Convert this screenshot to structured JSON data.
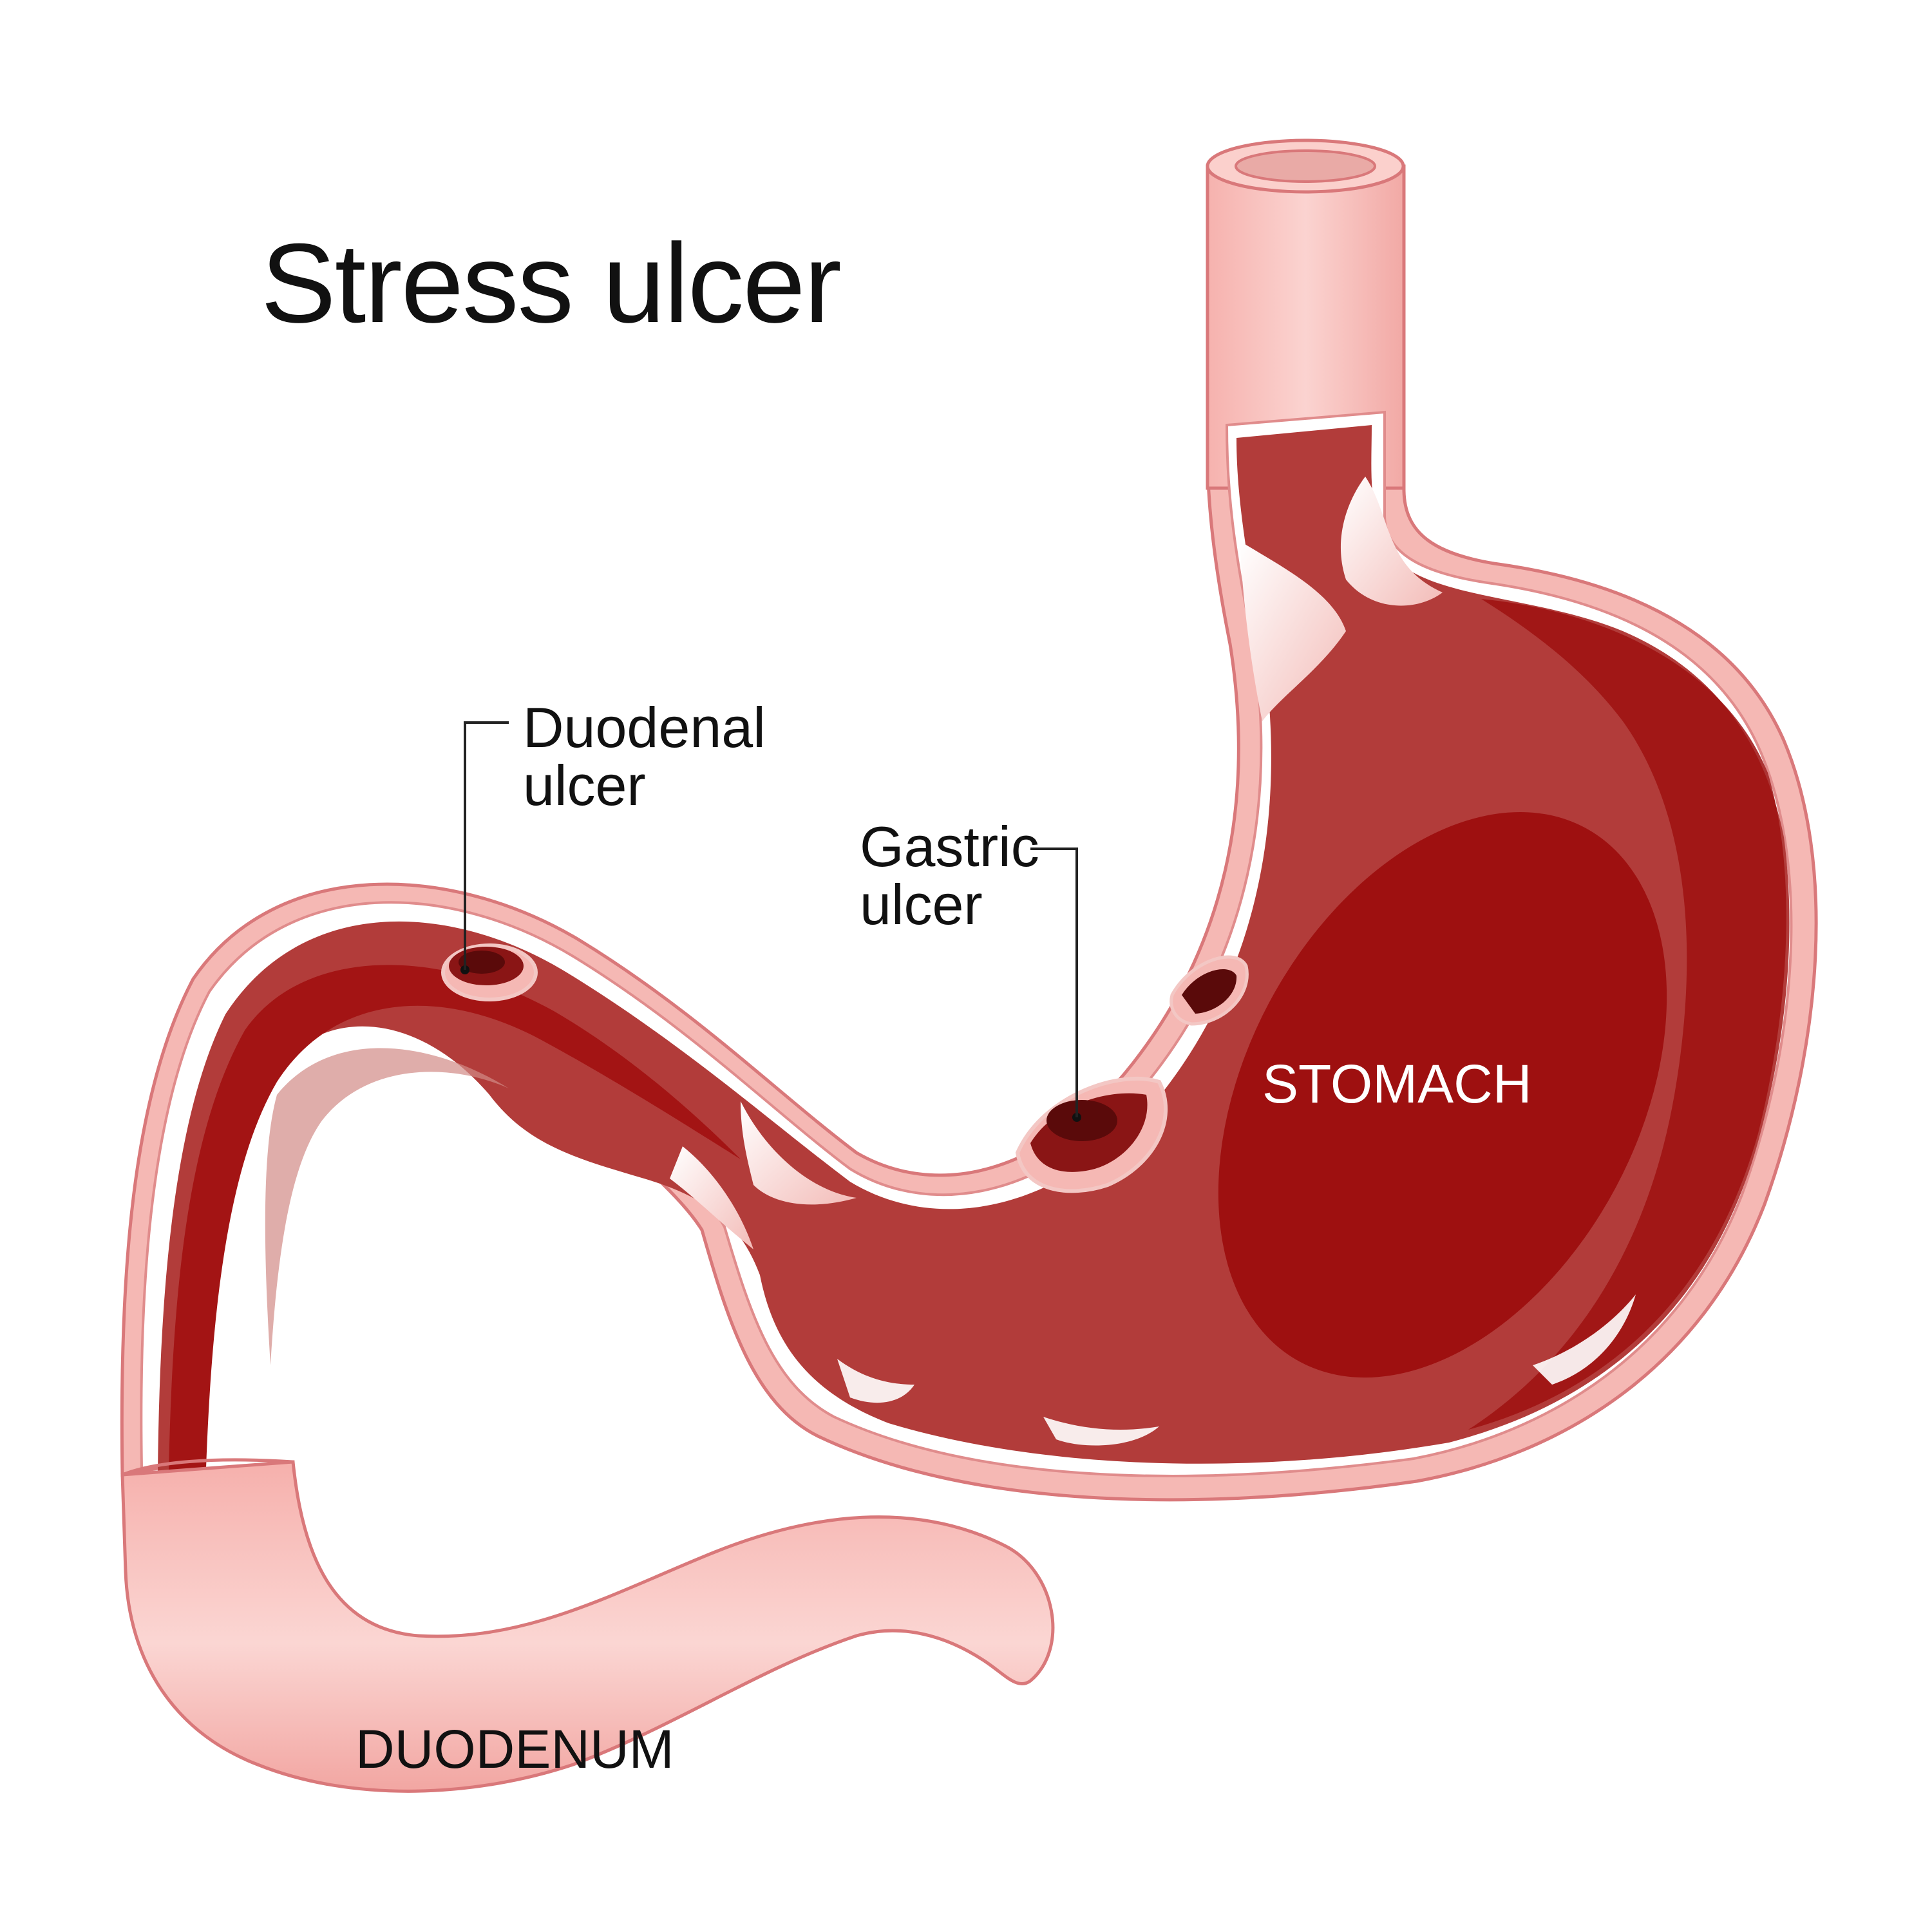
{
  "title": "Stress ulcer",
  "labels": {
    "duodenal_ulcer_line1": "Duodenal",
    "duodenal_ulcer_line2": "ulcer",
    "gastric_ulcer_line1": "Gastric",
    "gastric_ulcer_line2": "ulcer",
    "stomach": "STOMACH",
    "duodenum": "DUODENUM"
  },
  "colors": {
    "background": "#ffffff",
    "outer_wall": "#f5b8b4",
    "wall_outline": "#d9787a",
    "mucosa": "#b23c3a",
    "mucosa_dark": "#9e1010",
    "deep_red": "#a31414",
    "ulcer": "#5a0a0a",
    "highlight": "#ffffff"
  }
}
